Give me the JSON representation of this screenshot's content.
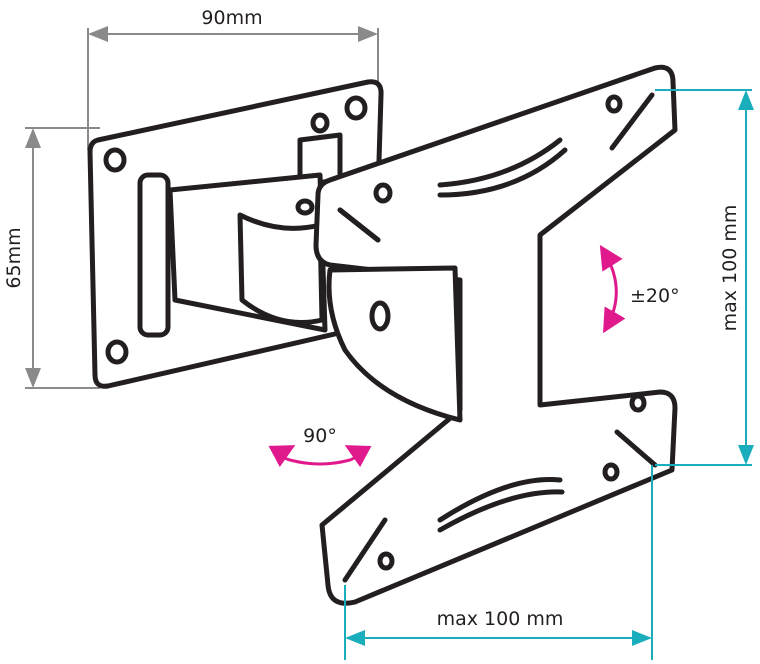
{
  "dimensions": {
    "back_plate_width": "90mm",
    "back_plate_height": "65mm",
    "vesa_vertical": "max 100 mm",
    "vesa_horizontal": "max 100 mm"
  },
  "adjustments": {
    "tilt": "±20°",
    "swivel": "90°"
  },
  "colors": {
    "dimension_gray": "#8a8a8a",
    "vesa_teal": "#1aaebd",
    "motion_magenta": "#e01a8c",
    "outline": "#231f20"
  }
}
